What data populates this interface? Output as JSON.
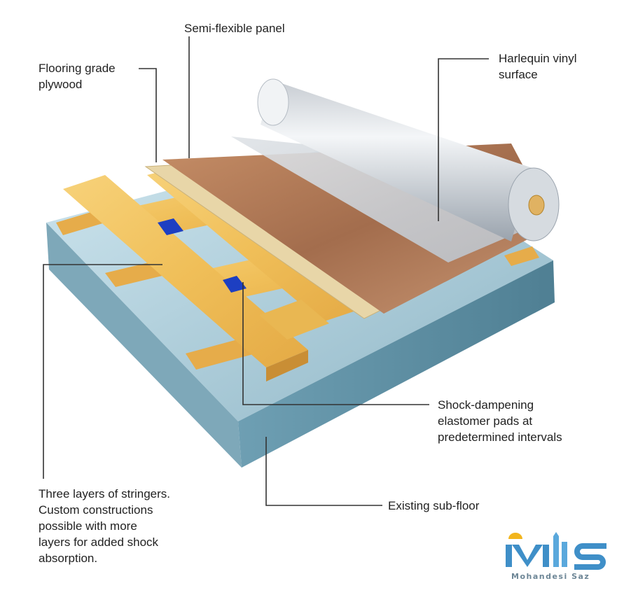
{
  "labels": {
    "plywood": [
      "Flooring grade",
      "plywood"
    ],
    "panel": [
      "Semi-flexible panel"
    ],
    "vinyl": [
      "Harlequin vinyl",
      "surface"
    ],
    "pads": [
      "Shock-dampening",
      "elastomer pads at",
      "predetermined intervals"
    ],
    "subfloor": [
      "Existing sub-floor"
    ],
    "stringers": [
      "Three layers of stringers.",
      "Custom constructions",
      "possible with more",
      "layers for added shock",
      "absorption."
    ]
  },
  "watermark": {
    "logo_text": "MS",
    "caption": "Mohandesi Saz"
  },
  "colors": {
    "subfloor": "#8fb6c6",
    "stringer": "#f0c260",
    "panel": "#a36d4d",
    "plywood": "#e8d6a8",
    "vinyl_roll": "#e3e6ea",
    "pad": "#1d3fc2",
    "leader_line": "#333333",
    "logo": "#3f8fc8"
  }
}
